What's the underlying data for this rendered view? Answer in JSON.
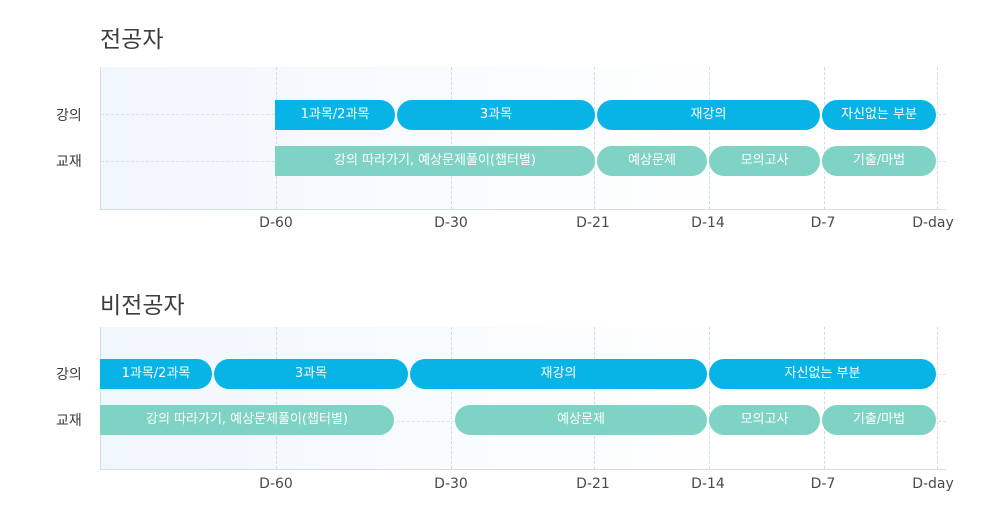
{
  "sections": [
    {
      "title": "전공자",
      "rows": [
        "강의",
        "교재"
      ],
      "ticks": [
        "D-60",
        "D-30",
        "D-21",
        "D-14",
        "D-7",
        "D-day"
      ],
      "lecture_bars": [
        "1과목/2과목",
        "3과목",
        "재강의",
        "자신없는 부분"
      ],
      "book_bars": [
        "강의 따라가기, 예상문제풀이(챕터별)",
        "예상문제",
        "모의고사",
        "기출/마법"
      ]
    },
    {
      "title": "비전공자",
      "rows": [
        "강의",
        "교재"
      ],
      "ticks": [
        "D-60",
        "D-30",
        "D-21",
        "D-14",
        "D-7",
        "D-day"
      ],
      "lecture_bars": [
        "1과목/2과목",
        "3과목",
        "재강의",
        "자신없는 부분"
      ],
      "book_bars": [
        "강의 따라가기, 예상문제풀이(챕터별)",
        "예상문제",
        "모의고사",
        "기출/마법"
      ]
    }
  ],
  "colors": {
    "lecture": "#08b4e6",
    "book": "#7fd3c4"
  }
}
